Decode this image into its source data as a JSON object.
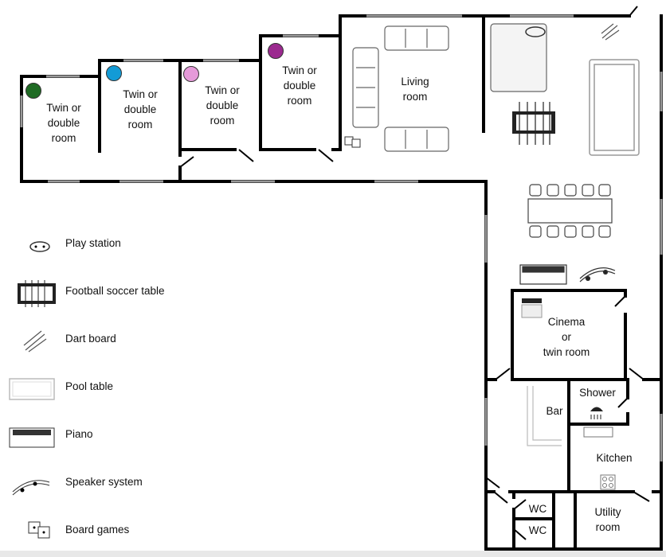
{
  "rooms": {
    "room1": "Twin or\ndouble\nroom",
    "room2": "Twin or\ndouble\nroom",
    "room3": "Twin or\ndouble\nroom",
    "room4": "Twin or\ndouble\nroom",
    "living": "Living\nroom",
    "cinema": "Cinema\nor\ntwin room",
    "shower": "Shower",
    "bar": "Bar",
    "kitchen": "Kitchen",
    "wc1": "WC",
    "wc2": "WC",
    "utility": "Utility\nroom"
  },
  "room_colors": {
    "room1": "#1f6b24",
    "room2": "#139bd6",
    "room3": "#e59ad9",
    "room4": "#9b2a8f"
  },
  "legend": [
    {
      "icon": "gamepad-icon",
      "label": "Play station"
    },
    {
      "icon": "foosball-table-icon",
      "label": "Football soccer table"
    },
    {
      "icon": "dart-icon",
      "label": "Dart board"
    },
    {
      "icon": "pool-table-icon",
      "label": "Pool table"
    },
    {
      "icon": "piano-icon",
      "label": "Piano"
    },
    {
      "icon": "music-notes-icon",
      "label": "Speaker system"
    },
    {
      "icon": "dice-icon",
      "label": "Board games"
    }
  ]
}
